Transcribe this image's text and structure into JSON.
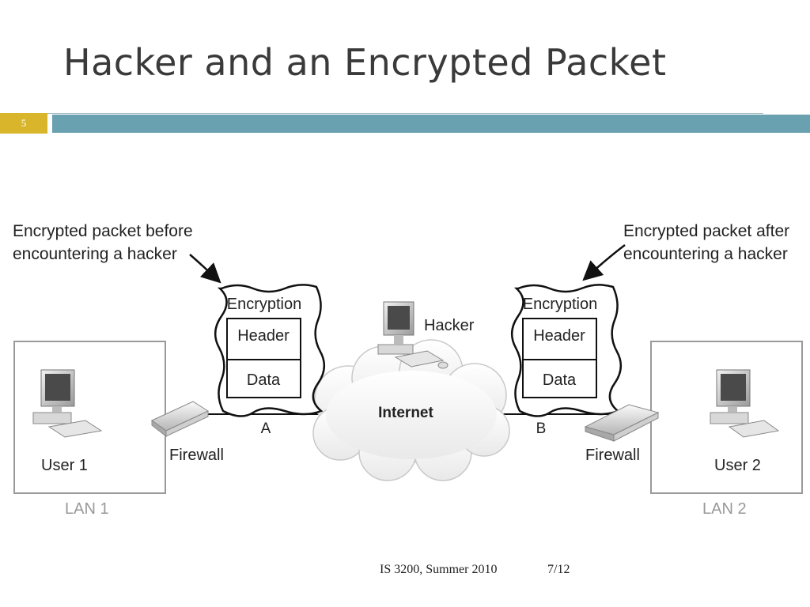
{
  "slide": {
    "title": "Hacker and an Encrypted Packet",
    "number": "5",
    "footer_course": "IS 3200, Summer 2010",
    "footer_page": "7/12"
  },
  "diagram": {
    "note_before": [
      "Encrypted packet before",
      "encountering a hacker"
    ],
    "note_after": [
      "Encrypted packet after",
      "encountering a hacker"
    ],
    "packet_left": {
      "encryption": "Encryption",
      "header": "Header",
      "data": "Data"
    },
    "packet_right": {
      "encryption": "Encryption",
      "header": "Header",
      "data": "Data"
    },
    "hacker": "Hacker",
    "internet": "Internet",
    "point_a": "A",
    "point_b": "B",
    "firewall_left": "Firewall",
    "firewall_right": "Firewall",
    "user1": "User 1",
    "user2": "User 2",
    "lan1": "LAN 1",
    "lan2": "LAN 2"
  }
}
